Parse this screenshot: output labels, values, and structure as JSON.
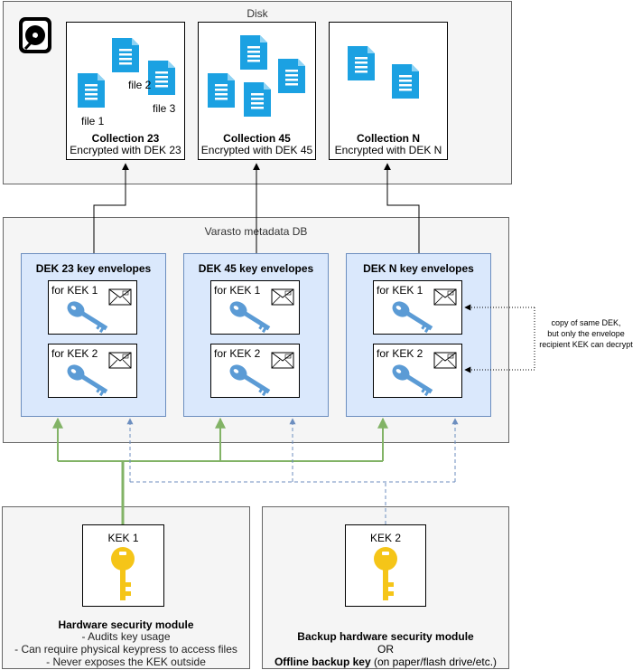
{
  "disk": {
    "title": "Disk",
    "collections": [
      {
        "name": "Collection 23",
        "desc": "Encrypted with DEK 23",
        "file_labels": [
          "file 1",
          "file 2",
          "file 3"
        ]
      },
      {
        "name": "Collection 45",
        "desc": "Encrypted with DEK 45"
      },
      {
        "name": "Collection N",
        "desc": "Encrypted with DEK N"
      }
    ]
  },
  "metadata_db": {
    "title": "Varasto metadata DB",
    "envelopes": [
      {
        "title": "DEK 23 key envelopes",
        "slots": [
          "for KEK 1",
          "for KEK 2"
        ]
      },
      {
        "title": "DEK 45 key envelopes",
        "slots": [
          "for KEK 1",
          "for KEK 2"
        ]
      },
      {
        "title": "DEK N key envelopes",
        "slots": [
          "for KEK 1",
          "for KEK 2"
        ]
      }
    ],
    "note": [
      "copy of same DEK,",
      "but only the envelope",
      "recipient KEK can decrypt"
    ]
  },
  "hsm": {
    "kek_label": "KEK 1",
    "title": "Hardware security module",
    "bullets": [
      "- Audits key usage",
      "- Can require physical keypress to access files",
      "- Never exposes the KEK outside"
    ]
  },
  "backup": {
    "kek_label": "KEK 2",
    "title": "Backup hardware security module",
    "or": "OR",
    "offline_bold": "Offline backup key",
    "offline_rest": " (on paper/flash drive/etc.)"
  },
  "colors": {
    "group_fill": "#f5f5f5",
    "envelope_fill": "#dae8fc",
    "envelope_stroke": "#6c8ebf",
    "file_icon": "#1ba1e2",
    "key_blue": "#5b9bd5",
    "key_gold": "#f5c518",
    "primary_arrow": "#82b366",
    "backup_arrow": "#6c8ebf"
  },
  "icons": [
    "hard-disk-icon",
    "file-icon",
    "key-icon",
    "envelope-icon"
  ]
}
